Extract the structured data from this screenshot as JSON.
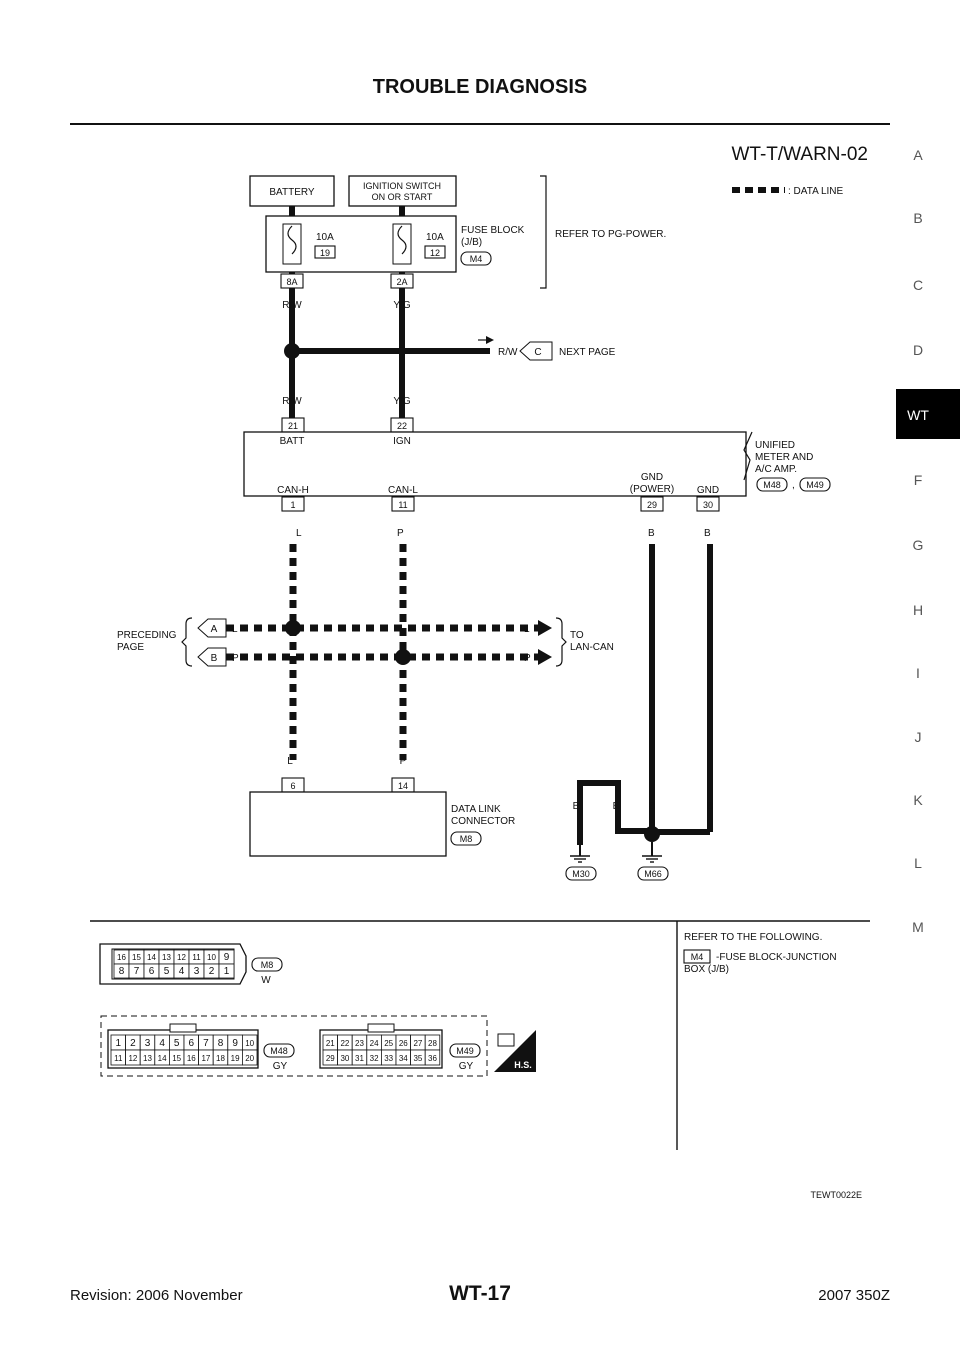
{
  "header": {
    "title": "TROUBLE DIAGNOSIS"
  },
  "diagram": {
    "id": "WT-T/WARN-02",
    "legend": ": DATA LINE",
    "battery": "BATTERY",
    "ignition_1": "IGNITION SWITCH",
    "ignition_2": "ON OR START",
    "fuse_a_amp": "10A",
    "fuse_a_no": "19",
    "fuse_b_amp": "10A",
    "fuse_b_no": "12",
    "fuse_block_1": "FUSE BLOCK",
    "fuse_block_2": "(J/B)",
    "fuse_conn": "M4",
    "refer_pg": "REFER TO PG-POWER.",
    "term_8a": "8A",
    "term_2a": "2A",
    "wire_rw": "R/W",
    "wire_yg": "Y/G",
    "next_wire": "R/W",
    "next_c": "C",
    "next_page": "NEXT PAGE",
    "pin_21": "21",
    "pin_22": "22",
    "batt": "BATT",
    "ign": "IGN",
    "meter_1": "UNIFIED",
    "meter_2": "METER AND",
    "meter_3": "A/C AMP.",
    "meter_m48": "M48",
    "meter_comma": ",",
    "meter_m49": "M49",
    "can_h": "CAN-H",
    "can_l": "CAN-L",
    "gnd_power_1": "GND",
    "gnd_power_2": "(POWER)",
    "gnd": "GND",
    "pin_1": "1",
    "pin_11": "11",
    "pin_29": "29",
    "pin_30": "30",
    "w_l": "L",
    "w_p": "P",
    "w_b": "B",
    "preceding_1": "PRECEDING",
    "preceding_2": "PAGE",
    "pa": "A",
    "pb": "B",
    "to_1": "TO",
    "to_2": "LAN-CAN",
    "pin_6": "6",
    "pin_14": "14",
    "dlc_1": "DATA LINK",
    "dlc_2": "CONNECTOR",
    "dlc_conn": "M8",
    "gnd_m30": "M30",
    "gnd_m66": "M66"
  },
  "connectors": {
    "m8_top": [
      "16",
      "15",
      "14",
      "13",
      "12",
      "11",
      "10",
      "9"
    ],
    "m8_bot": [
      "8",
      "7",
      "6",
      "5",
      "4",
      "3",
      "2",
      "1"
    ],
    "m8_id": "M8",
    "m8_color": "W",
    "m48_top": [
      "1",
      "2",
      "3",
      "4",
      "5",
      "6",
      "7",
      "8",
      "9",
      "10"
    ],
    "m48_bot": [
      "11",
      "12",
      "13",
      "14",
      "15",
      "16",
      "17",
      "18",
      "19",
      "20"
    ],
    "m48_id": "M48",
    "m48_color": "GY",
    "m49_top": [
      "21",
      "22",
      "23",
      "24",
      "25",
      "26",
      "27",
      "28"
    ],
    "m49_bot": [
      "29",
      "30",
      "31",
      "32",
      "33",
      "34",
      "35",
      "36"
    ],
    "m49_id": "M49",
    "m49_color": "GY",
    "hs": "H.S.",
    "refer_following": "REFER TO THE FOLLOWING.",
    "ref_conn": "M4",
    "ref_text_1": "-FUSE BLOCK-JUNCTION",
    "ref_text_2": "BOX (J/B)"
  },
  "figure_code": "TEWT0022E",
  "side_index": [
    "A",
    "B",
    "C",
    "D",
    "WT",
    "F",
    "G",
    "H",
    "I",
    "J",
    "K",
    "L",
    "M"
  ],
  "footer": {
    "revision": "Revision: 2006 November",
    "page": "WT-17",
    "model": "2007 350Z"
  }
}
